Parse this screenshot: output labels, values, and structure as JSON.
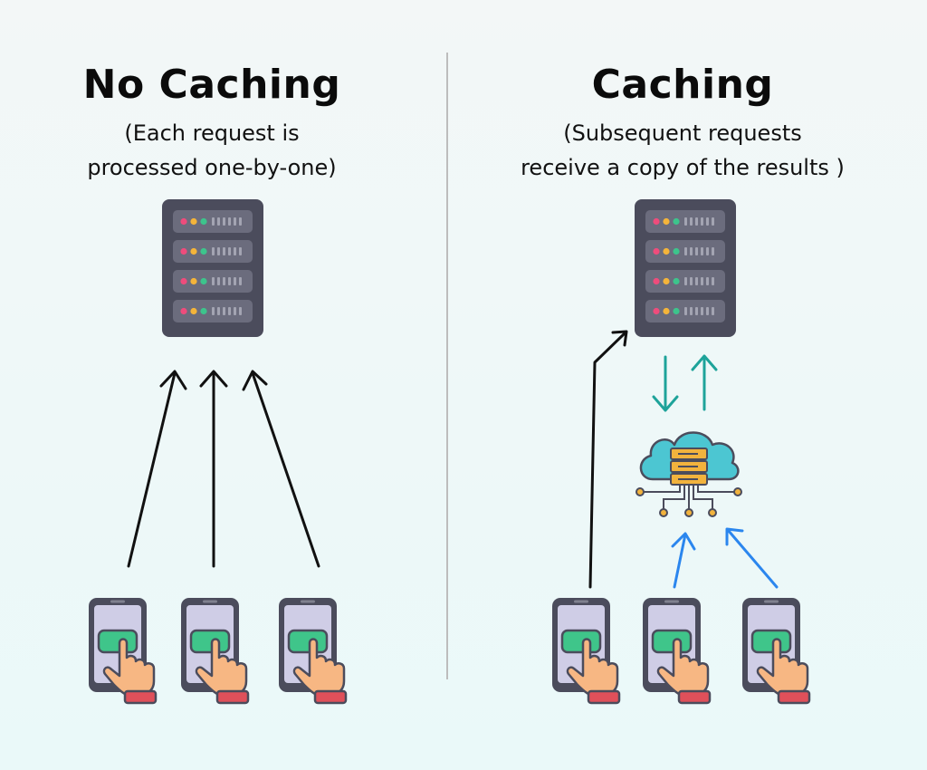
{
  "left_panel": {
    "title": "No Caching",
    "subtitle_line1": "(Each request is",
    "subtitle_line2": "processed one-by-one)"
  },
  "right_panel": {
    "title": "Caching",
    "subtitle_line1": "(Subsequent requests",
    "subtitle_line2": "receive a copy of the results )"
  },
  "icons": {
    "server": "server-rack-icon",
    "cache": "cloud-cache-icon",
    "client": "phone-tap-icon"
  },
  "colors": {
    "request_arrow": "#111111",
    "server_cache_arrow": "#1ea39a",
    "cache_request_arrow": "#2b86ee",
    "server_body": "#4b4c5c",
    "phone_body": "#4b4c5c",
    "phone_button": "#3fc58a",
    "cloud": "#4cc6d2",
    "cache_unit": "#f2b33d",
    "hand": "#f7b783",
    "cuff": "#e0505a"
  }
}
